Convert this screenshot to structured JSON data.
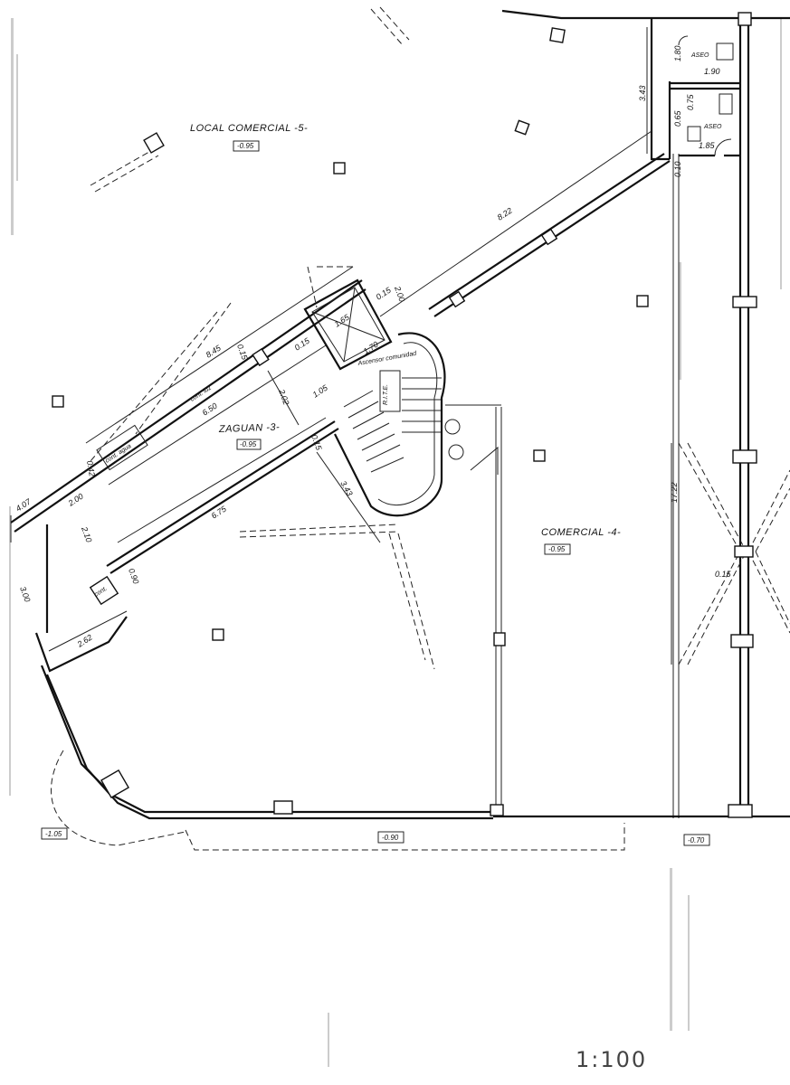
{
  "rooms": {
    "local5": {
      "name": "LOCAL COMERCIAL -5-",
      "level": "-0.95"
    },
    "zaguan": {
      "name": "ZAGUAN -3-",
      "level": "-0.95"
    },
    "comercial4": {
      "name": "COMERCIAL -4-",
      "level": "-0.95"
    },
    "aseo1": "ASEO",
    "aseo2": "ASEO"
  },
  "levels": {
    "left": "-1.05",
    "center": "-0.90",
    "right": "-0.70"
  },
  "labels": {
    "cont_agua": "cont. agua",
    "cont_luz": "cont. luz",
    "ascensor": "Ascensor comunidad",
    "rite": "R.I.T.E.",
    "cont_small": "cont."
  },
  "dimensions": {
    "d1_80": "1.80",
    "d1_90": "1.90",
    "d0_75": "0.75",
    "d0_65": "0.65",
    "d1_85": "1.85",
    "d0_10": "0.10",
    "d3_43a": "3.43",
    "d8_22": "8.22",
    "d2_00a": "2.00",
    "d0_15a": "0.15",
    "d1_65": "1.65",
    "d1_70": "1.70",
    "d0_15b": "0.15",
    "d1_05": "1.05",
    "d0_15c": "0.15",
    "d8_45": "8.45",
    "d6_50": "6.50",
    "d2_02": "2.02",
    "d0_15d": "0.15",
    "d3_43b": "3.43",
    "d6_75": "6.75",
    "d4_07": "4.07",
    "d2_00b": "2.00",
    "d0_42": "0.42",
    "d2_10": "2.10",
    "d0_90": "0.90",
    "d3_00": "3.00",
    "d2_62": "2.62",
    "d17_22": "17.22",
    "d0_15e": "0.15"
  },
  "scale": "1:100"
}
